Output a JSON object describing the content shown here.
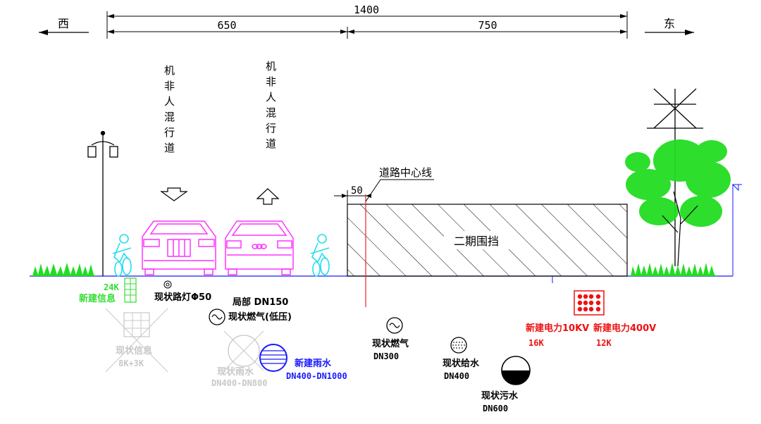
{
  "dims": {
    "total": "1400",
    "left": "650",
    "right": "750",
    "offset": "50"
  },
  "directions": {
    "west": "西",
    "east": "东"
  },
  "lanes": {
    "left": "机非人混行道",
    "right": "机非人混行道"
  },
  "road_center_label": "道路中心线",
  "barrier_label": "二期围挡",
  "utilities": {
    "new_telecom_count": "24K",
    "new_telecom": "新建信息",
    "existing_light": "现状路灯Φ50",
    "gas_partial": "局部  DN150",
    "gas_low_pressure": "现状燃气(低压)",
    "existing_telecom": "现状信息",
    "existing_telecom_count": "8K+3K",
    "existing_rain": "现状雨水",
    "existing_rain_size": "DN400-DN800",
    "new_rain": "新建雨水",
    "new_rain_size": "DN400-DN1000",
    "existing_gas": "现状燃气",
    "existing_gas_size": "DN300",
    "existing_water": "现状给水",
    "existing_water_size": "DN400",
    "existing_sewer": "现状污水",
    "existing_sewer_size": "DN600",
    "power_10kv": "新建电力10KV",
    "power_10kv_count": "16K",
    "power_400v": "新建电力400V",
    "power_400v_count": "12K"
  },
  "colors": {
    "line": "#000000",
    "ground": "#1a1aff",
    "car": "#ff33ff",
    "cyclist": "#22ddee",
    "grass": "#22dd22",
    "center": "#ff4444",
    "new_green": "#33dd33",
    "power_red": "#ee1111",
    "rain_blue": "#1a1aff",
    "faded": "#c8c8c8"
  },
  "icons": [
    "street-lamp-icon",
    "car-icon",
    "cyclist-icon",
    "grass-icon",
    "tree-icon",
    "power-pole-icon",
    "arrow-down-icon",
    "arrow-up-icon"
  ]
}
